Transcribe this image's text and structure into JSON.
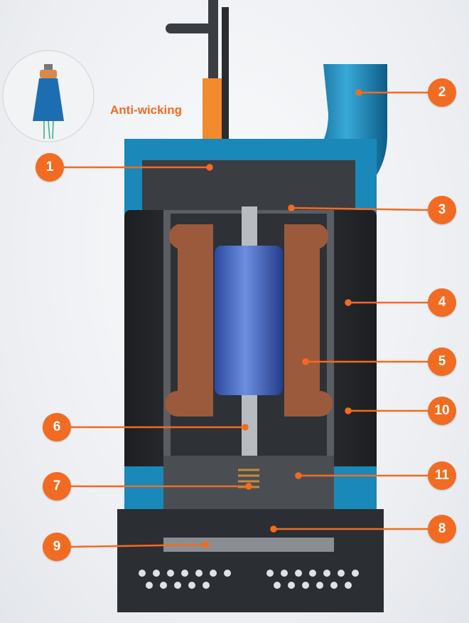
{
  "inset_label": "Anti-wicking",
  "callouts": [
    "1",
    "2",
    "3",
    "4",
    "5",
    "6",
    "7",
    "8",
    "9",
    "10",
    "11"
  ],
  "colors": {
    "accent": "#f26b22",
    "housing": "#2a2d31",
    "blue": "#1b86b8",
    "copper": "#9c5a3c",
    "rotor": "#3f68c4"
  }
}
